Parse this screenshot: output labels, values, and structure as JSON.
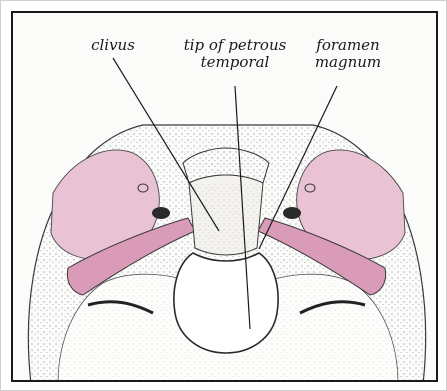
{
  "labels": {
    "clivus": "clivus",
    "petrous_line1": "tip of petrous",
    "petrous_line2": "temporal",
    "foramen_line1": "foramen",
    "foramen_line2": "magnum"
  },
  "colors": {
    "frame": "#1a1a1a",
    "bone_shading": "#e9c3d4",
    "bone_shading_dark": "#d99bb8",
    "ink": "#2a2a2a"
  }
}
